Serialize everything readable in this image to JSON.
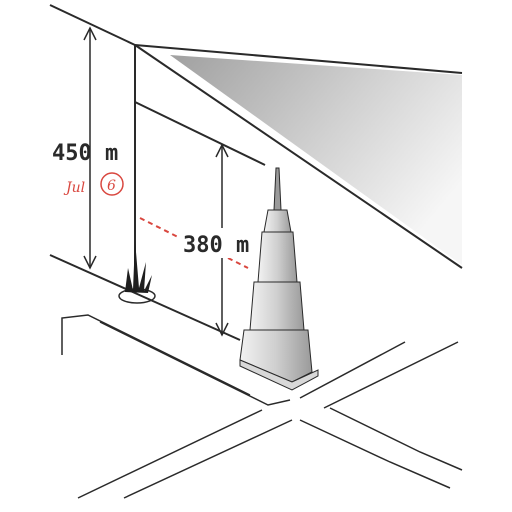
{
  "labels": {
    "tall_height": "450 m",
    "short_height": "380 m",
    "note_prefix": "Jul",
    "note_number": "6"
  },
  "colors": {
    "ink": "#2a2a2a",
    "accent_red": "#d9473f",
    "shade": "#bdbdbd"
  }
}
